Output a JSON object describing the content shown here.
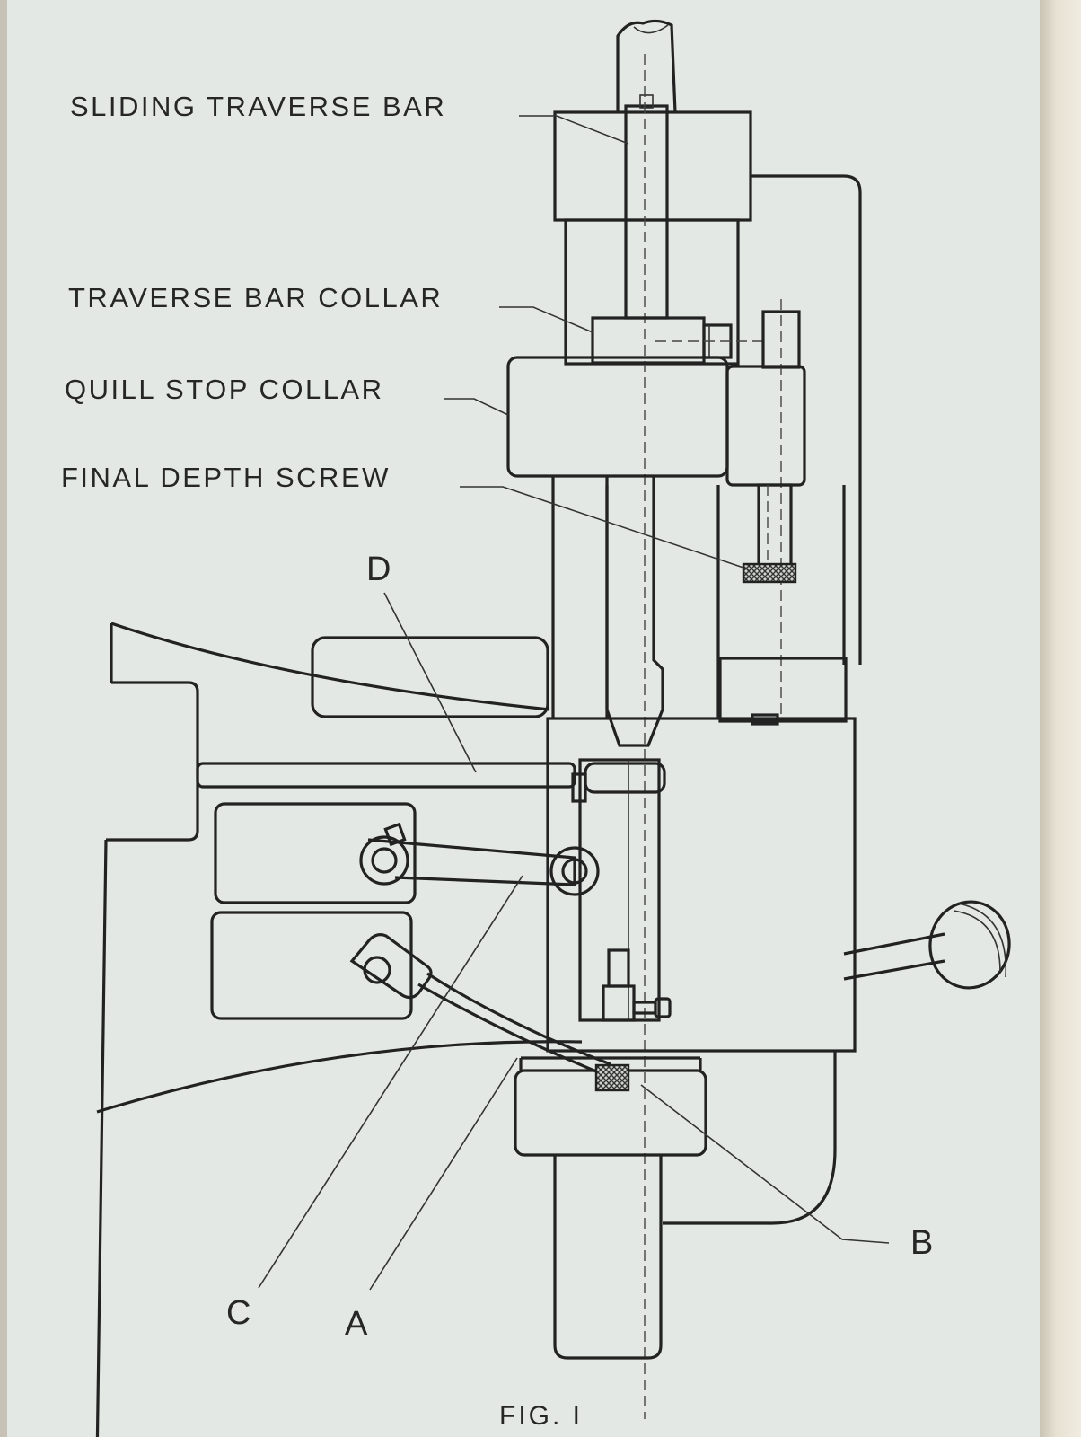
{
  "labels": {
    "sliding_traverse_bar": "SLIDING TRAVERSE BAR",
    "traverse_bar_collar": "TRAVERSE BAR COLLAR",
    "quill_stop_collar": "QUILL STOP COLLAR",
    "final_depth_screw": "FINAL DEPTH SCREW",
    "letter_d": "D",
    "letter_b": "B",
    "letter_c": "C",
    "letter_a": "A"
  },
  "caption": "FIG. I",
  "colors": {
    "paper": "#e3e8e5",
    "ink": "#222222",
    "knurl": "#4a4a4a"
  }
}
